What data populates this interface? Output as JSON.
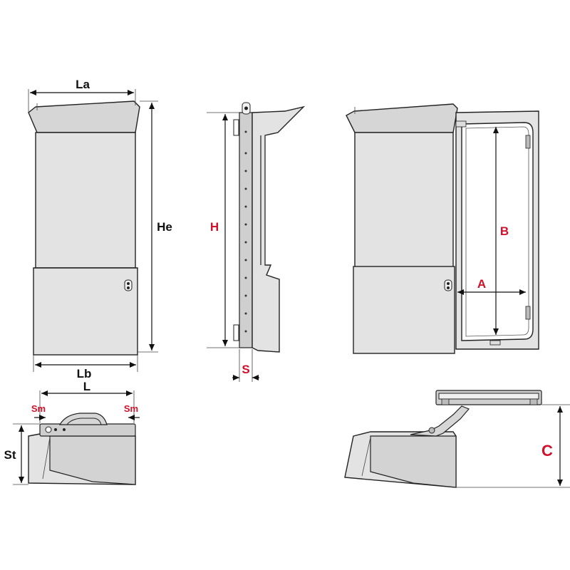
{
  "labels": {
    "la": "La",
    "he": "He",
    "lb": "Lb",
    "h": "H",
    "s": "S",
    "a": "A",
    "b": "B",
    "l": "L",
    "sm_left": "Sm",
    "sm_right": "Sm",
    "st": "St",
    "c": "C"
  },
  "colors": {
    "accent_red": "#d0112b",
    "dimension_black": "#111111",
    "cabinet_grey": "#e3e3e3"
  }
}
